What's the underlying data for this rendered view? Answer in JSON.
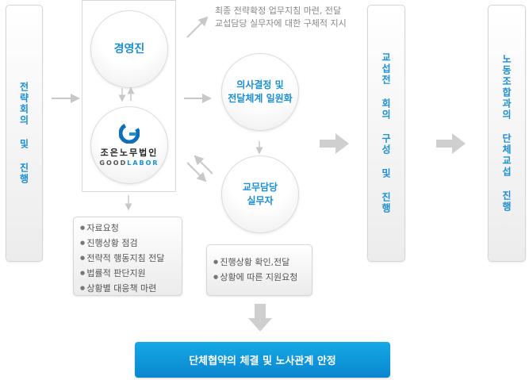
{
  "left_bar": "전략회의 및 진행",
  "executive": "경영진",
  "logo": {
    "korean": "조은노무법인",
    "english_a": "GOOD",
    "english_b": "LABOR"
  },
  "top_note": [
    "최종 전략확정 업무지침 마련, 전달",
    "교섭담당 실무자에 대한 구체적 지시"
  ],
  "decision": [
    "의사결정 및",
    "전달체계 일원화"
  ],
  "staff": [
    "교무담당",
    "실무자"
  ],
  "firm_tasks": [
    "자료요청",
    "진행상황 점검",
    "전략적 행동지침 전달",
    "법률적 판단지원",
    "상황별 대응책 마련"
  ],
  "staff_tasks": [
    "진행상황 확인,전달",
    "상황에 따른 지원요청"
  ],
  "middle_bar": "교섭전 회의 구성 및 진행",
  "right_bar": "노동조합과의 단체교섭 진행",
  "result": "단체협약의 체결 및 노사관계 안정",
  "colors": {
    "accent": "#1a8fd6",
    "result_bg": "#0a97d9",
    "arrow": "#c8c8c8"
  }
}
